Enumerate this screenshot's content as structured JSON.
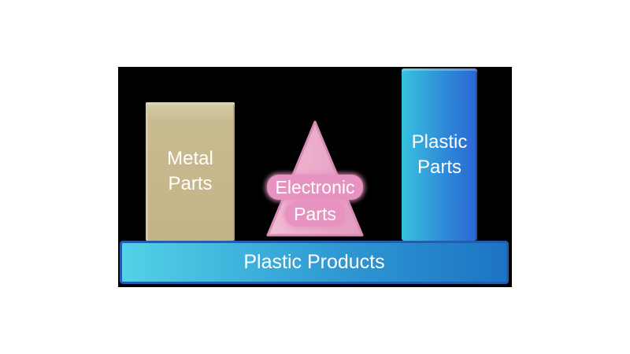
{
  "diagram": {
    "blocks": {
      "metal": {
        "lines": [
          "Metal",
          "Parts"
        ],
        "color": "#c9bb90"
      },
      "electronic": {
        "lines": [
          "Electronic",
          "Parts"
        ],
        "color": "#e9a9c8"
      },
      "plastic_parts": {
        "lines": [
          "Plastic",
          "Parts"
        ],
        "color_start": "#38c2de",
        "color_end": "#2b66d4"
      },
      "plastic_products": {
        "label": "Plastic Products",
        "color_start": "#52d2e6",
        "color_end": "#1d74c4"
      }
    },
    "colors": {
      "page_background": "#ffffff",
      "panel_background": "#000000",
      "text": "#ffffff",
      "base_border": "#1f5fae"
    }
  }
}
